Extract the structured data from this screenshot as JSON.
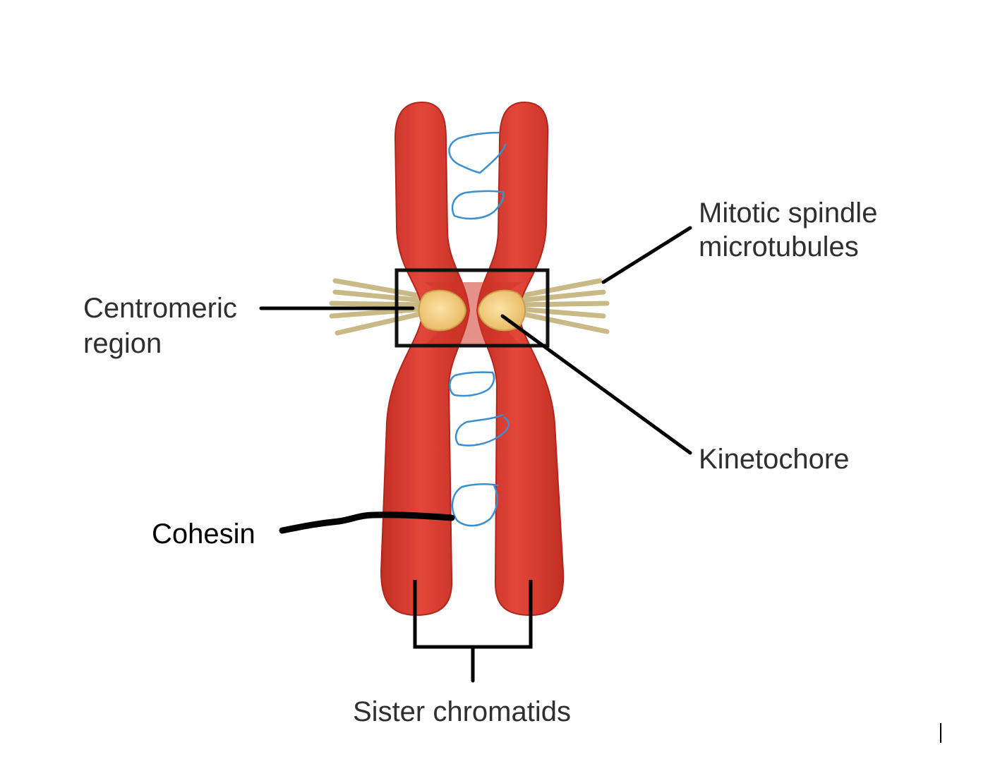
{
  "diagram": {
    "labels": {
      "mitotic_spindle_line1": "Mitotic spindle",
      "mitotic_spindle_line2": "microtubules",
      "centromeric_line1": "Centromeric",
      "centromeric_line2": "region",
      "kinetochore": "Kinetochore",
      "cohesin": "Cohesin",
      "sister_chromatids": "Sister chromatids"
    },
    "colors": {
      "chromatid_red": "#d93a2b",
      "chromatid_dark": "#b3261d",
      "kinetochore_fill": "#f2c97a",
      "microtubule": "#c9b987",
      "cohesin_outline": "#3a8fd1",
      "leader_line": "#000000"
    },
    "icons": {
      "text_cursor": "text-cursor-icon"
    }
  }
}
